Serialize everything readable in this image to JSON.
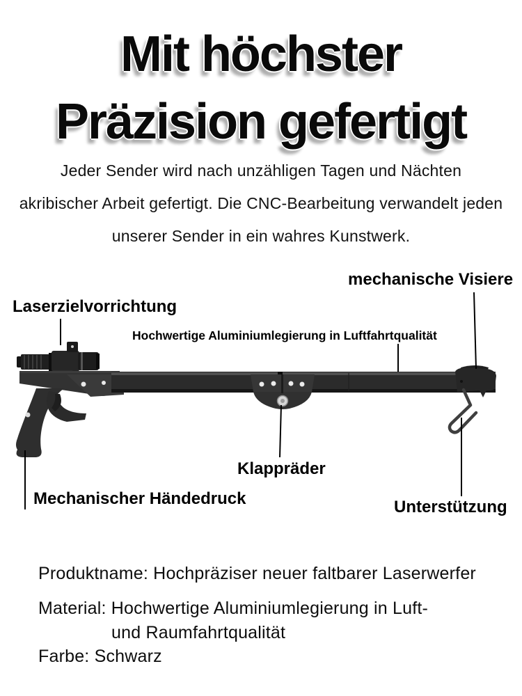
{
  "title": {
    "line1": "Mit höchster",
    "line2": "Präzision gefertigt"
  },
  "intro": {
    "lines": [
      "Jeder Sender wird nach unzähligen Tagen und Nächten",
      "akribischer Arbeit gefertigt. Die CNC-Bearbeitung verwandelt jeden",
      "unserer Sender in ein wahres Kunstwerk."
    ]
  },
  "diagram": {
    "callouts": {
      "visiere": "mechanische Visiere",
      "laser": "Laserzielvorrichtung",
      "aluminium": "Hochwertige Aluminiumlegierung in Luftfahrtqualität",
      "klapp": "Klappräder",
      "hand": "Mechanischer Händedruck",
      "support": "Unterstützung"
    }
  },
  "specs": {
    "produktname": "Produktname: Hochpräziser neuer faltbarer Laserwerfer",
    "material_line1": "Material: Hochwertige Aluminiumlegierung in Luft-",
    "material_line2": "und Raumfahrtqualität",
    "farbe": "Farbe: Schwarz"
  },
  "colors": {
    "page_background": "#ffffff",
    "text": "#000000",
    "product_body": "#2b2b2b",
    "rivet": "#e9e9e9",
    "pivot_screw": "#d6d6d6",
    "callout_line": "#000000"
  }
}
